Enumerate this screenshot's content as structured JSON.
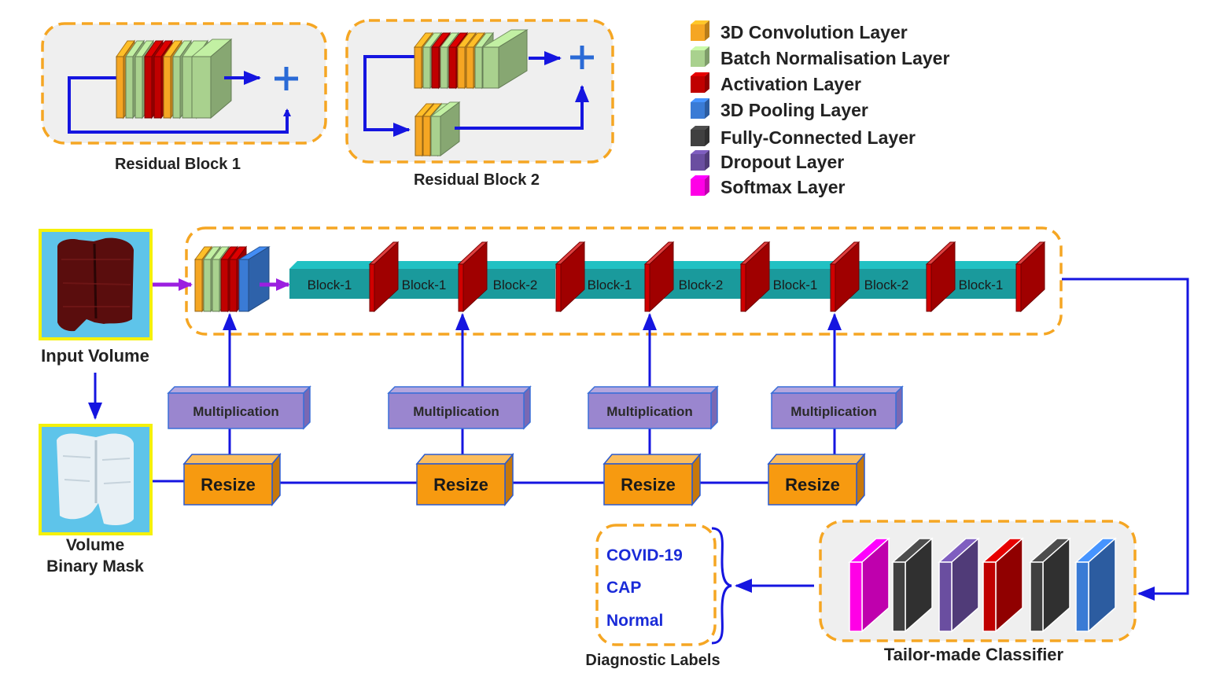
{
  "residual_blocks": {
    "block1_label": "Residual Block 1",
    "block2_label": "Residual Block 2"
  },
  "legend": {
    "items": [
      {
        "label": "3D Convolution Layer",
        "color": "#f5a623"
      },
      {
        "label": "Batch Normalisation Layer",
        "color": "#a9d18e"
      },
      {
        "label": "Activation Layer",
        "color": "#c00000"
      },
      {
        "label": "3D Pooling Layer",
        "color": "#3a7bd5"
      },
      {
        "label": "Fully-Connected Layer",
        "color": "#404040"
      },
      {
        "label": "Dropout Layer",
        "color": "#6a4ea0"
      },
      {
        "label": "Softmax Layer",
        "color": "#ff00e6"
      }
    ]
  },
  "inputs": {
    "input_volume_label": "Input Volume",
    "mask_label_line1": "Volume",
    "mask_label_line2": "Binary Mask"
  },
  "pipeline": {
    "blocks": [
      "Block-1",
      "Block-1",
      "Block-2",
      "Block-1",
      "Block-2",
      "Block-1",
      "Block-2",
      "Block-1"
    ],
    "multiplication_label": "Multiplication",
    "resize_label": "Resize"
  },
  "output": {
    "labels": [
      "COVID-19",
      "CAP",
      "Normal"
    ],
    "diagnostic_title": "Diagnostic Labels",
    "classifier_title": "Tailor-made Classifier"
  },
  "colors": {
    "arrow": "#1515e0",
    "dashed_border": "#f5a623",
    "block_fill": "#1a9a9c",
    "mult_fill": "#9a86cf",
    "resize_fill": "#f79a10",
    "purple_arrow": "#9b1fe0"
  }
}
